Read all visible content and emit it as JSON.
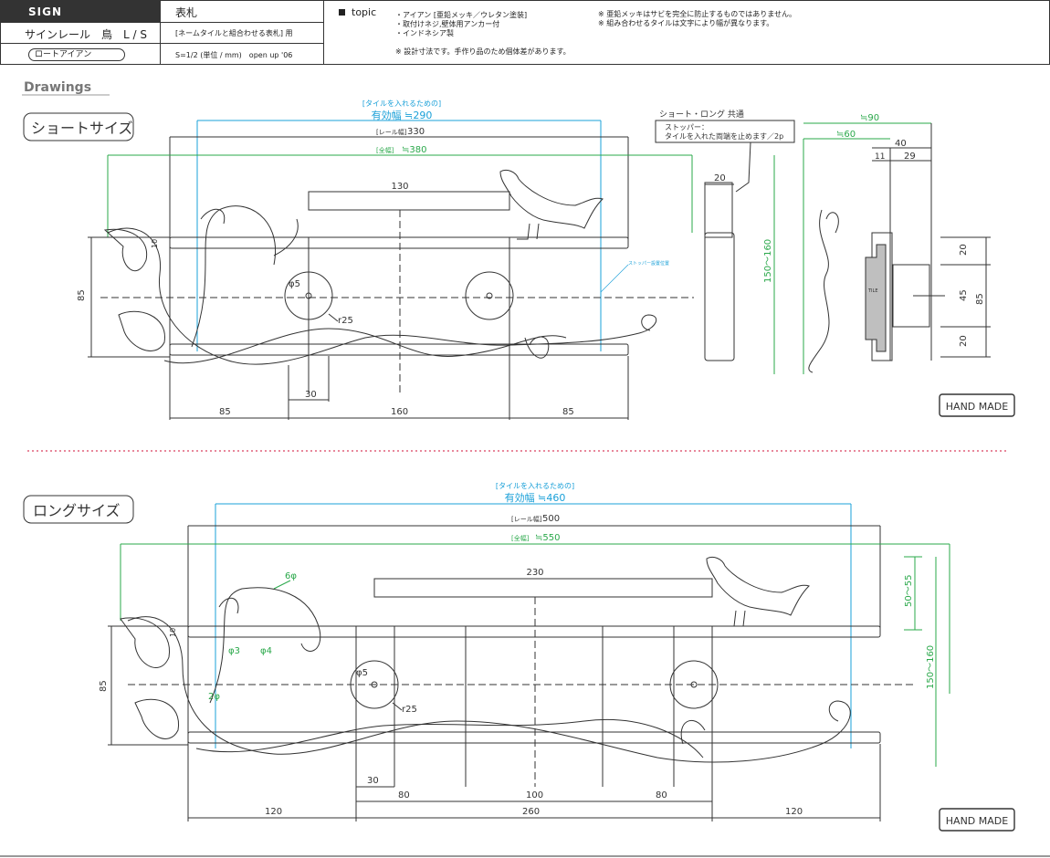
{
  "header": {
    "sign_label": "SIGN",
    "product_name": "サインレール　鳥　L / S",
    "material_badge": "ロートアイアン",
    "type_label": "表札",
    "usage_note": "[ネームタイルと組合わせる表札] 用",
    "scale_note": "S=1/2 (単位 / mm)　open up '06",
    "topic_label": "topic",
    "specs": [
      "・アイアン [亜鉛メッキ／ウレタン塗装]",
      "・取付けネジ,壁体用アンカー付",
      "・インドネシア製"
    ],
    "size_note": "※ 設計寸法です。手作り品のため個体差があります。",
    "warnings": [
      "※ 亜鉛メッキはサビを完全に防止するものではありません。",
      "※ 組み合わせるタイルは文字により幅が異なります。"
    ]
  },
  "drawings_label": "Drawings",
  "short": {
    "title": "ショートサイズ",
    "tile_note": "[タイルを入れるための]",
    "eff_width": "有効幅 ≒290",
    "rail_label": "[レール幅]",
    "rail_width": "330",
    "total_label": "[全幅]",
    "total_width": "≒380",
    "dim_130": "130",
    "dim_phi5": "φ5",
    "dim_r25": "r25",
    "dim_30": "30",
    "dim_85_bottom_left": "85",
    "dim_160": "160",
    "dim_85_bottom_right": "85",
    "dim_85_left": "85",
    "dim_10": "10",
    "stopper_pos": "ストッパー設置位置",
    "common_title": "ショート・ロング 共通",
    "stopper_line1": "ストッパー：",
    "stopper_line2": "タイルを入れた両端を止めます／2p",
    "dim_20": "20",
    "dim_150_160": "150〜160",
    "dim_90": "≒90",
    "dim_60": "≒60",
    "dim_40": "40",
    "dim_11": "11",
    "dim_29": "29",
    "dim_20_top": "20",
    "dim_45": "45",
    "dim_20_bottom": "20",
    "dim_85_right": "85",
    "tile_tag": "TILE",
    "handmade": "HAND MADE"
  },
  "long": {
    "title": "ロングサイズ",
    "tile_note": "[タイルを入れるための]",
    "eff_width": "有効幅 ≒460",
    "rail_label": "[レール幅]",
    "rail_width": "500",
    "total_label": "[全幅]",
    "total_width": "≒550",
    "dim_230": "230",
    "dim_6phi": "6φ",
    "dim_phi3": "φ3",
    "dim_phi4": "φ4",
    "dim_2phi": "2φ",
    "dim_phi5": "φ5",
    "dim_r25": "r25",
    "dim_10": "10",
    "dim_85_left": "85",
    "dim_30": "30",
    "dim_80_left": "80",
    "dim_100": "100",
    "dim_80_right": "80",
    "dim_120_left": "120",
    "dim_260": "260",
    "dim_120_right": "120",
    "dim_50_55": "50〜55",
    "dim_150_160": "150〜160",
    "handmade": "HAND MADE"
  },
  "colors": {
    "line": "#333333",
    "cyan": "#1aa0d8",
    "green": "#2aa84a",
    "divider": "#e0607a",
    "tile_gray": "#bfbfbf"
  }
}
